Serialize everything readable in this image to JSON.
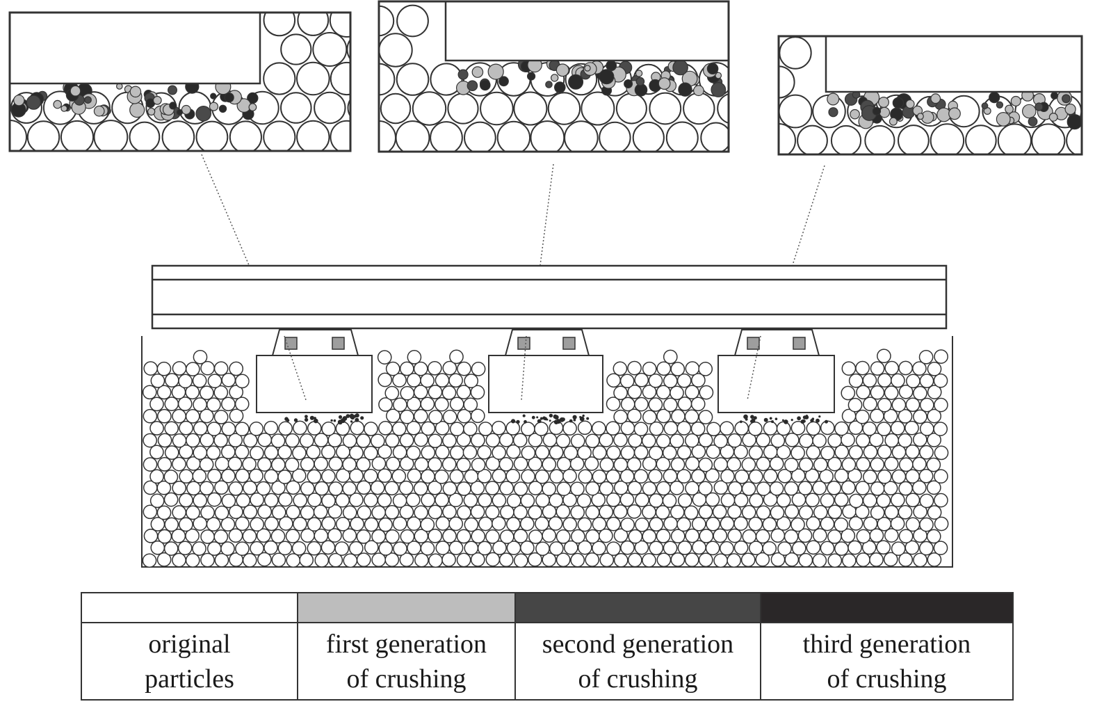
{
  "colors": {
    "original": "#ffffff",
    "first_generation": "#bdbdbd",
    "second_generation": "#4a4a4a",
    "third_generation": "#2a2a2a",
    "outline": "#333333"
  },
  "legend": [
    {
      "key": "original",
      "line1": "original",
      "line2": "particles",
      "color": "#ffffff"
    },
    {
      "key": "first_generation",
      "line1": "first generation",
      "line2": "of crushing",
      "color": "#bdbdbd"
    },
    {
      "key": "second_generation",
      "line1": "second generation",
      "line2": "of crushing",
      "color": "#464646"
    },
    {
      "key": "third_generation",
      "line1": "third generation",
      "line2": "of crushing",
      "color": "#2a2728"
    }
  ],
  "icons": [
    "rail-icon",
    "sleeper-icon",
    "fastener-icon",
    "ballast-particle-icon",
    "zoom-inset-icon"
  ]
}
